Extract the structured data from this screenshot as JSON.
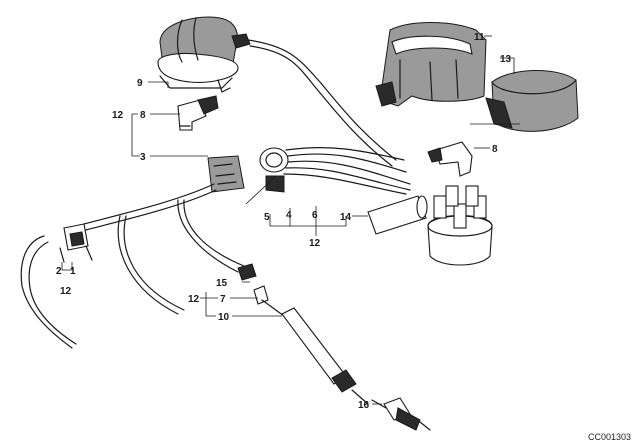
{
  "diagram": {
    "image_code": "CC001303",
    "callouts": [
      "1",
      "2",
      "3",
      "4",
      "5",
      "6",
      "7",
      "8",
      "9",
      "10",
      "11",
      "12",
      "13",
      "14",
      "15",
      "16"
    ]
  }
}
